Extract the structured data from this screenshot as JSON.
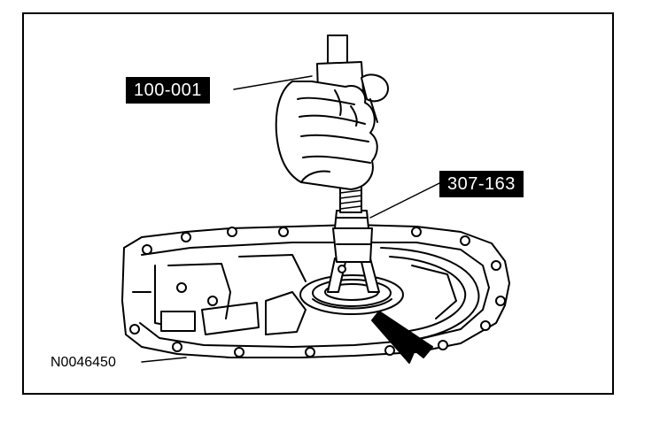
{
  "callouts": {
    "tool_remover": "100-001",
    "tool_puller": "307-163"
  },
  "figure_ref": "N0046450"
}
